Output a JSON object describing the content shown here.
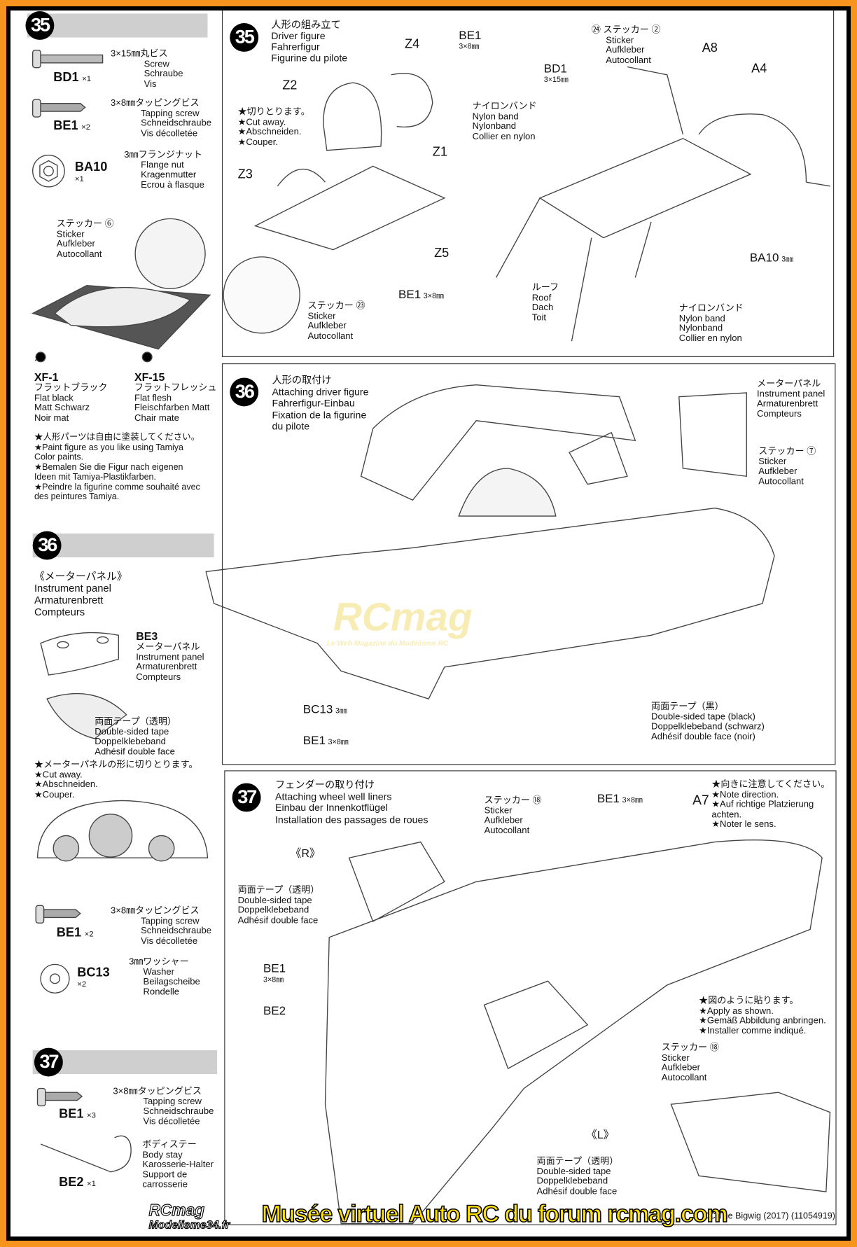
{
  "colors": {
    "frame": "#f7941d",
    "header_bar": "#cfcfcf",
    "footer_text": "#ffe000"
  },
  "left": {
    "s35": {
      "num": "35",
      "bd1": {
        "spec": "3×15㎜丸ビス",
        "en": "Screw",
        "de": "Schraube",
        "fr": "Vis",
        "code": "BD1",
        "qty": "×1"
      },
      "be1": {
        "spec": "3×8㎜タッピングビス",
        "en": "Tapping screw",
        "de": "Schneidschraube",
        "fr": "Vis décolletée",
        "code": "BE1",
        "qty": "×2"
      },
      "ba10": {
        "spec": "3㎜フランジナット",
        "en": "Flange nut",
        "de": "Kragenmutter",
        "fr": "Ecrou à flasque",
        "code": "BA10",
        "qty": "×1"
      },
      "sticker6": {
        "jp": "ステッカー ⑥",
        "en": "Sticker",
        "de": "Aufkleber",
        "fr": "Autocollant"
      },
      "sticker23": {
        "jp": "ステッカー ㉓",
        "en": "Sticker",
        "de": "Aufkleber",
        "fr": "Autocollant"
      },
      "xf1": {
        "code": "XF-1",
        "jp": "フラットブラック",
        "en": "Flat black",
        "de": "Matt Schwarz",
        "fr": "Noir mat"
      },
      "xf15": {
        "code": "XF-15",
        "jp": "フラットフレッシュ",
        "en": "Flat flesh",
        "de": "Fleischfarben Matt",
        "fr": "Chair mate"
      },
      "paint_note": [
        "★人形パーツは自由に塗装してください。",
        "★Paint figure as you like using Tamiya",
        "Color paints.",
        "★Bemalen Sie die Figur nach eigenen",
        "Ideen mit Tamiya-Plastikfarben.",
        "★Peindre la figurine comme souhaité avec",
        "des peintures Tamiya."
      ]
    },
    "s36": {
      "num": "36",
      "panel": {
        "jp": "《メーターパネル》",
        "en": "Instrument panel",
        "de": "Armaturenbrett",
        "fr": "Compteurs"
      },
      "be3": {
        "code": "BE3",
        "jp": "メーターパネル",
        "en": "Instrument panel",
        "de": "Armaturenbrett",
        "fr": "Compteurs"
      },
      "tape": {
        "jp": "両面テープ（透明）",
        "en": "Double-sided tape",
        "de": "Doppelklebeband",
        "fr": "Adhésif double face"
      },
      "cut": [
        "★メーターパネルの形に切りとります。",
        "★Cut away.",
        "★Abschneiden.",
        "★Couper."
      ],
      "be1": {
        "spec": "3×8㎜タッピングビス",
        "en": "Tapping screw",
        "de": "Schneidschraube",
        "fr": "Vis décolletée",
        "code": "BE1",
        "qty": "×2"
      },
      "bc13": {
        "spec": "3㎜ワッシャー",
        "en": "Washer",
        "de": "Beilagscheibe",
        "fr": "Rondelle",
        "code": "BC13",
        "qty": "×2"
      }
    },
    "s37": {
      "num": "37",
      "be1": {
        "spec": "3×8㎜タッピングビス",
        "en": "Tapping screw",
        "de": "Schneidschraube",
        "fr": "Vis décolletée",
        "code": "BE1",
        "qty": "×3"
      },
      "be2": {
        "jp": "ボディステー",
        "en": "Body stay",
        "de": "Karosserie-Halter",
        "fr1": "Support de",
        "fr2": "carrosserie",
        "code": "BE2",
        "qty": "×1"
      }
    }
  },
  "step35": {
    "num": "35",
    "title": [
      "人形の組み立て",
      "Driver figure",
      "Fahrerfigur",
      "Figurine du pilote"
    ],
    "z4": "Z4",
    "z2": "Z2",
    "z1": "Z1",
    "z3": "Z3",
    "z5": "Z5",
    "be1_top": {
      "code": "BE1",
      "size": "3×8㎜"
    },
    "be1_bottom": {
      "code": "BE1",
      "size": "3×8㎜"
    },
    "cut": [
      "★切りとります。",
      "★Cut away.",
      "★Abschneiden.",
      "★Couper."
    ],
    "sticker": {
      "jp": "㉔ ステッカー ②",
      "en": "Sticker",
      "de": "Aufkleber",
      "fr": "Autocollant"
    },
    "a8": "A8",
    "a4": "A4",
    "bd1": {
      "code": "BD1",
      "size": "3×15㎜"
    },
    "nylon1": [
      "ナイロンバンド",
      "Nylon band",
      "Nylonband",
      "Collier en nylon"
    ],
    "roof": [
      "ルーフ",
      "Roof",
      "Dach",
      "Toit"
    ],
    "nylon2": [
      "ナイロンバンド",
      "Nylon band",
      "Nylonband",
      "Collier en nylon"
    ],
    "ba10": {
      "code": "BA10",
      "size": "3㎜"
    }
  },
  "step36": {
    "num": "36",
    "title": [
      "人形の取付け",
      "Attaching driver figure",
      "Fahrerfigur-Einbau",
      "Fixation de la figurine",
      "du pilote"
    ],
    "panel": [
      "メーターパネル",
      "Instrument panel",
      "Armaturenbrett",
      "Compteurs"
    ],
    "sticker7": [
      "ステッカー ⑦",
      "Sticker",
      "Aufkleber",
      "Autocollant"
    ],
    "bc13": {
      "code": "BC13",
      "size": "3㎜"
    },
    "be1": {
      "code": "BE1",
      "size": "3×8㎜"
    },
    "tape": [
      "両面テープ（黒）",
      "Double-sided tape (black)",
      "Doppelklebeband (schwarz)",
      "Adhésif double face (noir)"
    ],
    "watermark": {
      "logo": "RCmag",
      "tagline": "Le Web Magazine du Modélisme RC"
    }
  },
  "step37": {
    "num": "37",
    "title": [
      "フェンダーの取り付け",
      "Attaching wheel well liners",
      "Einbau der Innenkotflügel",
      "Installation des passages de roues"
    ],
    "sticker18a": [
      "ステッカー ⑱",
      "Sticker",
      "Aufkleber",
      "Autocollant"
    ],
    "be1_right": {
      "code": "BE1",
      "size": "3×8㎜"
    },
    "a7": "A7",
    "direction": [
      "★向きに注意してください。",
      "★Note direction.",
      "★Auf richtige Platzierung",
      "achten.",
      "★Noter le sens."
    ],
    "r": "《R》",
    "l": "《L》",
    "tape1": [
      "両面テープ（透明）",
      "Double-sided tape",
      "Doppelklebeband",
      "Adhésif double face"
    ],
    "be1_left": {
      "code": "BE1",
      "size": "3×8㎜"
    },
    "be2": "BE2",
    "apply": [
      "★図のように貼ります。",
      "★Apply as shown.",
      "★Gemäß Abbildung anbringen.",
      "★Installer comme indiqué."
    ],
    "sticker18b": [
      "ステッカー ⑱",
      "Sticker",
      "Aufkleber",
      "Autocollant"
    ],
    "tape2": [
      "両面テープ（透明）",
      "Double-sided tape",
      "Doppelklebeband",
      "Adhésif double face"
    ]
  },
  "footer": {
    "logo_top": "RCmag",
    "logo_bottom": "Modelisme34.fr",
    "banner": "Musée virtuel Auto RC du forum rcmag.com",
    "model_ref": "CC The Bigwig (2017) (11054919)"
  }
}
